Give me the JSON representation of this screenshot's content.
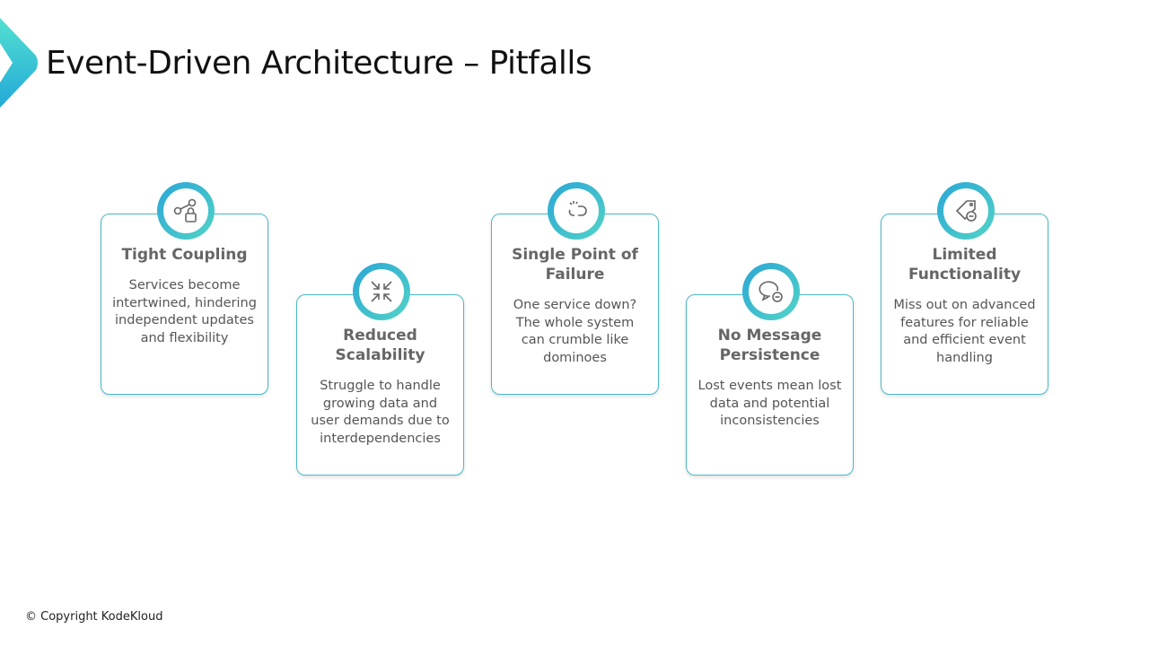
{
  "title": "Event-Driven Architecture – Pitfalls",
  "copyright": "© Copyright KodeKloud",
  "cards": [
    {
      "title": "Tight Coupling",
      "desc": "Services become intertwined, hindering independent updates and flexibility",
      "icon": "link-lock-icon"
    },
    {
      "title": "Reduced Scalability",
      "desc": "Struggle to handle growing data and user demands due to interdependencies",
      "icon": "shrink-arrows-icon"
    },
    {
      "title": "Single Point of Failure",
      "desc": "One service down? The whole system can crumble like dominoes",
      "icon": "broken-link-icon"
    },
    {
      "title": "No Message Persistence",
      "desc": "Lost events mean lost data and potential inconsistencies",
      "icon": "message-minus-icon"
    },
    {
      "title": "Limited Functionality",
      "desc": "Miss out on advanced features for reliable and efficient event handling",
      "icon": "tag-minus-icon"
    }
  ],
  "colors": {
    "accent": "#4ab8c9",
    "gradient_start": "#2aa6d6",
    "gradient_end": "#52d3c6"
  }
}
